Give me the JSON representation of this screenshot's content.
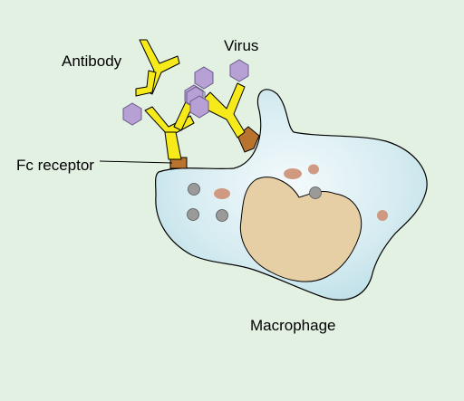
{
  "labels": {
    "antibody": "Antibody",
    "virus": "Virus",
    "fc_receptor": "Fc receptor",
    "macrophage": "Macrophage"
  },
  "colors": {
    "background": "#e3f1e3",
    "cell_fill": "#c9e4ec",
    "cell_stroke": "#000000",
    "nucleus": "#e6cfa5",
    "antibody": "#f6ea1a",
    "virus": "#b6a0d4",
    "receptor": "#b8742f",
    "granule_gray": "#9a9a9a",
    "granule_brown": "#cf9982"
  }
}
